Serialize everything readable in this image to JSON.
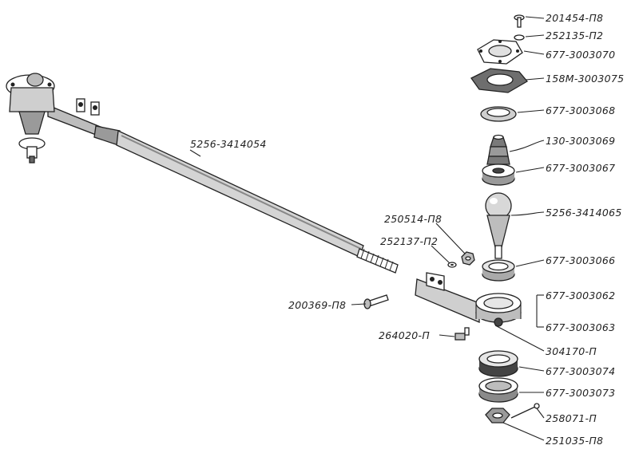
{
  "colors": {
    "ink": "#222222",
    "background": "#ffffff",
    "shade": "#8a8a8a",
    "light": "#d9d9d9"
  },
  "labels": {
    "bolt_top": "201454-П8",
    "washer_top": "252135-П2",
    "cover": "677-3003070",
    "gasket": "158М-3003075",
    "seal_ring": "677-3003068",
    "spring": "130-3003069",
    "spring_seat": "677-3003067",
    "ball_pin": "5256-3414065",
    "insert_upper": "677-3003066",
    "housing_a": "677-3003062",
    "housing_b": "677-3003063",
    "cotter": "304170-П",
    "insert_lower": "677-3003074",
    "ring_lower": "677-3003073",
    "split_pin": "258071-П",
    "castle_nut": "251035-П8",
    "rod": "5256-3414054",
    "nut_small": "250514-П8",
    "washer_small": "252137-П2",
    "bolt_left": "200369-П8",
    "grease_fitting": "264020-П"
  }
}
